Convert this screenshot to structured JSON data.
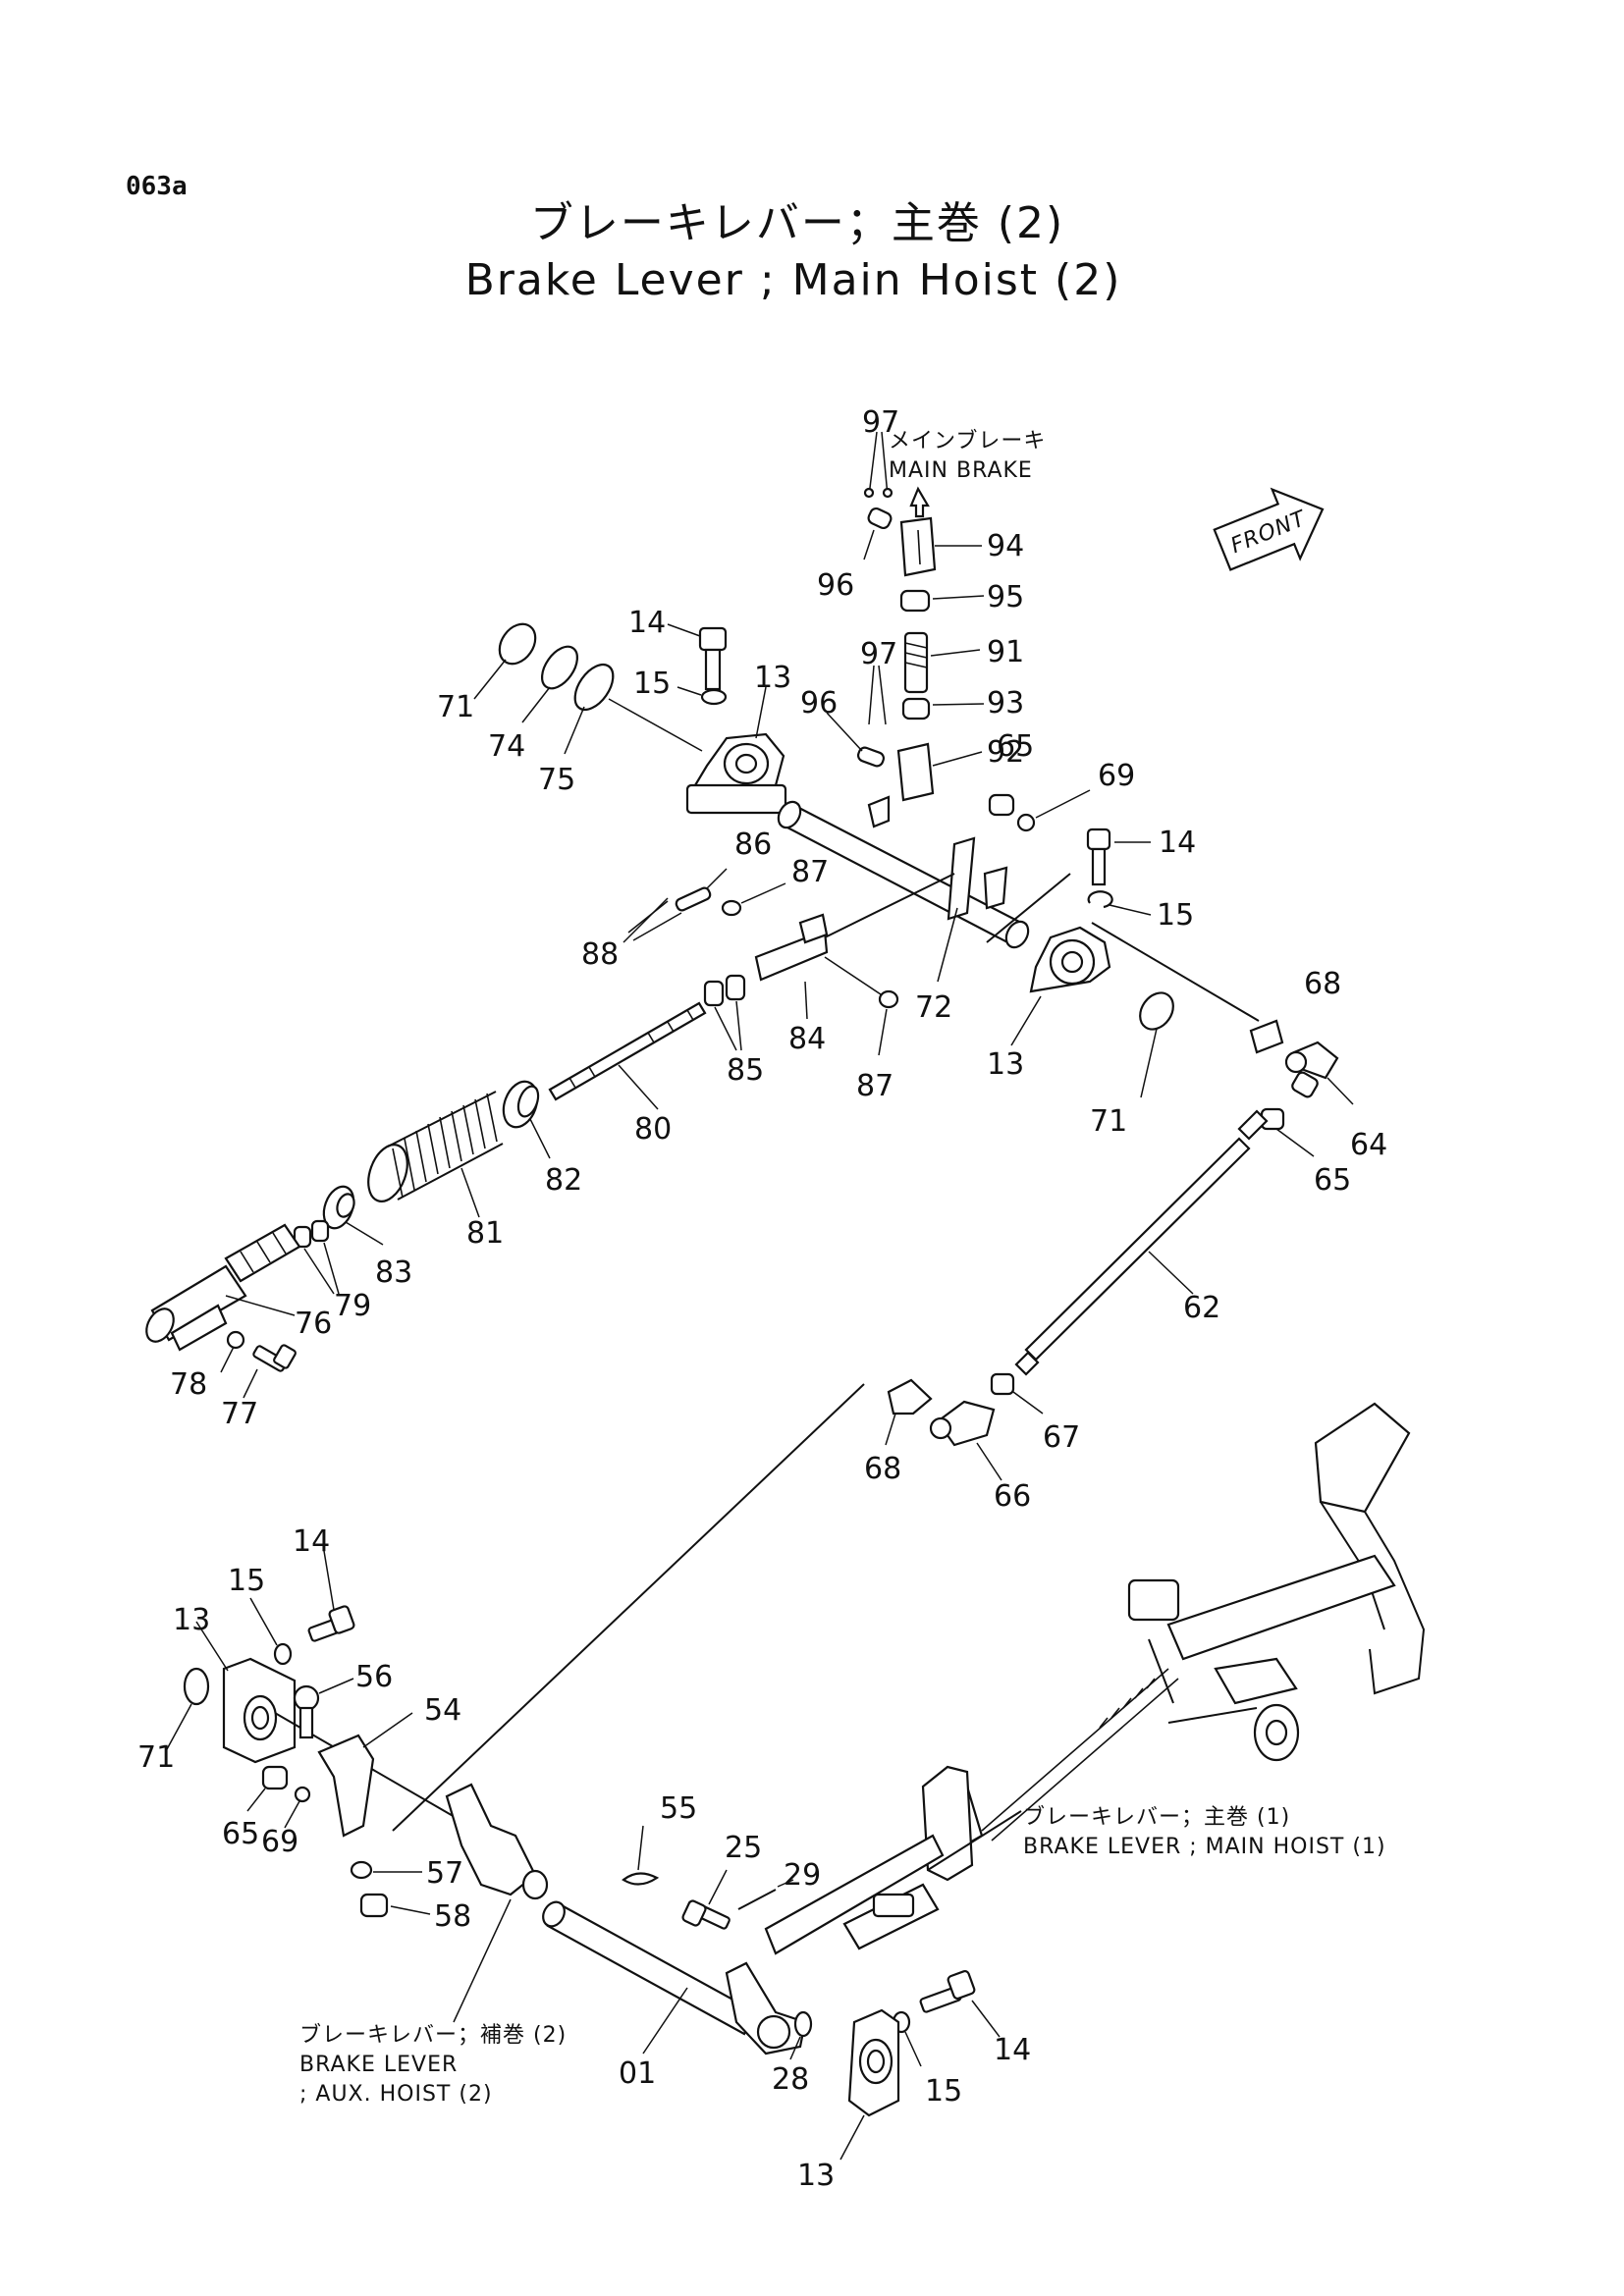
{
  "page_code": "063a",
  "title_jp": "ブレーキレバー；主巻 (2)",
  "title_en": "Brake Lever ; Main Hoist (2)",
  "front_label": "FRONT",
  "notes": {
    "main_brake_jp": "メインブレーキ",
    "main_brake_en": "MAIN BRAKE",
    "ref1_jp": "ブレーキレバー；主巻 (1)",
    "ref1_en": "BRAKE LEVER ; MAIN HOIST (1)",
    "ref2_jp": "ブレーキレバー；補巻 (2)",
    "ref2_en1": "BRAKE LEVER",
    "ref2_en2": "; AUX. HOIST (2)"
  },
  "part_labels": [
    "97",
    "94",
    "96",
    "95",
    "91",
    "97",
    "96",
    "93",
    "92",
    "65",
    "69",
    "14",
    "15",
    "13",
    "14",
    "15",
    "71",
    "74",
    "75",
    "86",
    "87",
    "88",
    "72",
    "84",
    "85",
    "87",
    "13",
    "71",
    "68",
    "64",
    "65",
    "80",
    "82",
    "81",
    "83",
    "79",
    "76",
    "78",
    "77",
    "62",
    "67",
    "68",
    "66",
    "14",
    "15",
    "13",
    "56",
    "54",
    "71",
    "65",
    "69",
    "57",
    "58",
    "55",
    "25",
    "29",
    "01",
    "28",
    "14",
    "15",
    "13"
  ]
}
